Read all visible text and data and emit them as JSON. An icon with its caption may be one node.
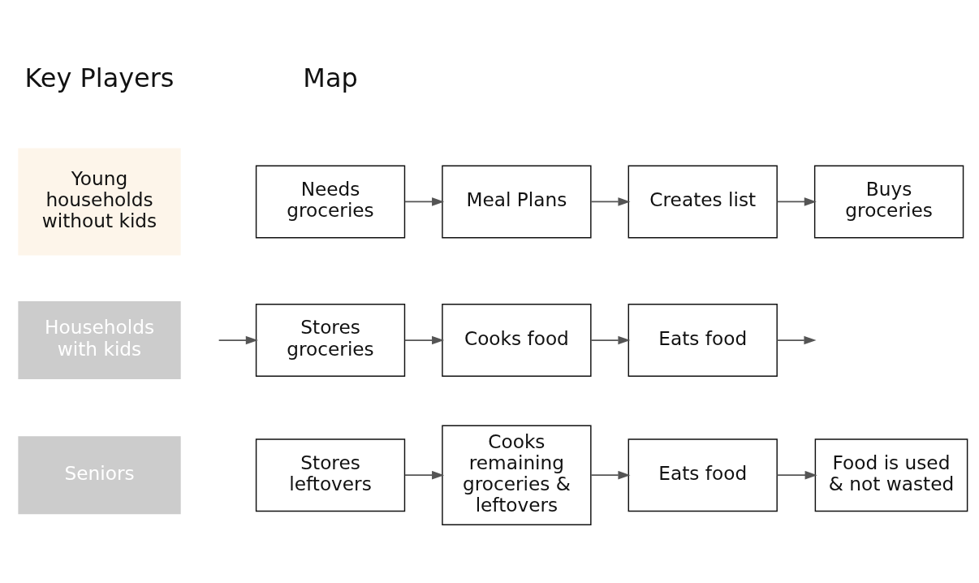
{
  "diagram": {
    "nodes": [
      {
        "text": [
          "Young households without kids"
        ]
      },
      {
        "text": [
          "Households with kids"
        ]
      },
      {
        "text": [
          "Seniors"
        ]
      },
      {
        "text": [
          "Needs groceries"
        ]
      },
      {
        "text": [
          "Meal Plans"
        ]
      },
      {
        "text": [
          "Creates list"
        ]
      },
      {
        "text": [
          "Buys groceries"
        ]
      },
      {
        "text": [
          "Stores groceries"
        ]
      },
      {
        "text": [
          "Cooks food"
        ]
      },
      {
        "text": [
          "Eats food"
        ]
      },
      {
        "text": [
          "Stores leftovers"
        ]
      },
      {
        "text": [
          "Cooks remaining groceries & leftovers"
        ]
      },
      {
        "text": [
          "Eats food"
        ]
      },
      {
        "text": [
          "Food is used & not wasted"
        ]
      }
    ],
    "edges": [
      {
        "from": 3,
        "to": 4,
        "arrow": "to"
      },
      {
        "from": 4,
        "to": 5,
        "arrow": "to"
      },
      {
        "from": 5,
        "to": 6,
        "arrow": "to"
      },
      {
        "from": null,
        "to": 7,
        "arrow": "to"
      },
      {
        "from": 7,
        "to": 8,
        "arrow": "to"
      },
      {
        "from": 8,
        "to": 9,
        "arrow": "to"
      },
      {
        "from": 9,
        "to": null,
        "arrow": "to"
      },
      {
        "from": 10,
        "to": 11,
        "arrow": "to"
      },
      {
        "from": 11,
        "to": 12,
        "arrow": "to"
      },
      {
        "from": 12,
        "to": 13,
        "arrow": "to"
      }
    ],
    "labels": [
      "Key Players",
      "Map"
    ]
  }
}
